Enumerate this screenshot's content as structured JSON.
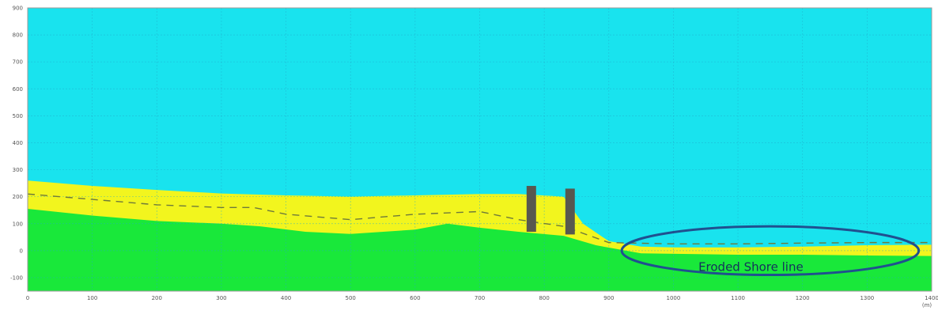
{
  "chart_data": {
    "type": "area",
    "title": "",
    "xlabel": "",
    "ylabel": "",
    "x_unit_label": "(m)",
    "xlim": [
      0,
      1400
    ],
    "ylim": [
      -150,
      900
    ],
    "x_ticks": [
      "0",
      "100",
      "200",
      "300",
      "400",
      "500",
      "600",
      "700",
      "800",
      "900",
      "1000",
      "1100",
      "1200",
      "1300",
      "1400"
    ],
    "y_ticks": [
      "-100",
      "0",
      "100",
      "200",
      "300",
      "400",
      "500",
      "600",
      "700",
      "800",
      "900"
    ],
    "grid": true,
    "legend": "none",
    "colors": {
      "water": "#19e3ee",
      "sand": "#f2f51e",
      "ground": "#19e83a",
      "profile_line": "#6f7a3a",
      "structure": "#58584f",
      "ellipse": "#20508f",
      "grid": "#21a8c9"
    },
    "series": [
      {
        "values": [
          [
            0,
            260
          ],
          [
            100,
            240
          ],
          [
            200,
            225
          ],
          [
            300,
            212
          ],
          [
            400,
            205
          ],
          [
            500,
            200
          ],
          [
            600,
            205
          ],
          [
            700,
            210
          ],
          [
            760,
            210
          ],
          [
            830,
            200
          ],
          [
            860,
            100
          ],
          [
            900,
            35
          ],
          [
            950,
            15
          ],
          [
            1000,
            12
          ],
          [
            1100,
            12
          ],
          [
            1200,
            15
          ],
          [
            1300,
            20
          ],
          [
            1400,
            22
          ]
        ]
      },
      {
        "values": [
          [
            0,
            210
          ],
          [
            100,
            190
          ],
          [
            200,
            170
          ],
          [
            300,
            160
          ],
          [
            350,
            160
          ],
          [
            400,
            135
          ],
          [
            500,
            115
          ],
          [
            600,
            135
          ],
          [
            700,
            145
          ],
          [
            760,
            115
          ],
          [
            830,
            90
          ],
          [
            900,
            30
          ],
          [
            1000,
            25
          ],
          [
            1100,
            25
          ],
          [
            1200,
            28
          ],
          [
            1300,
            30
          ],
          [
            1400,
            30
          ]
        ]
      },
      {
        "values": [
          [
            0,
            155
          ],
          [
            100,
            130
          ],
          [
            200,
            110
          ],
          [
            300,
            100
          ],
          [
            360,
            90
          ],
          [
            430,
            70
          ],
          [
            500,
            62
          ],
          [
            600,
            78
          ],
          [
            650,
            100
          ],
          [
            700,
            85
          ],
          [
            760,
            70
          ],
          [
            830,
            55
          ],
          [
            880,
            20
          ],
          [
            950,
            -10
          ],
          [
            1100,
            -15
          ],
          [
            1200,
            -15
          ],
          [
            1300,
            -18
          ],
          [
            1400,
            -20
          ]
        ]
      }
    ],
    "structures": [
      {
        "x": 780,
        "y_bottom": 70,
        "y_top": 240
      },
      {
        "x": 840,
        "y_bottom": 60,
        "y_top": 230
      }
    ],
    "annotations": [
      {
        "text": "Eroded Shore line",
        "x": 1120,
        "y": -60
      }
    ],
    "ellipse_region": {
      "cx": 1150,
      "cy": 0,
      "rx": 230,
      "ry": 90
    }
  }
}
